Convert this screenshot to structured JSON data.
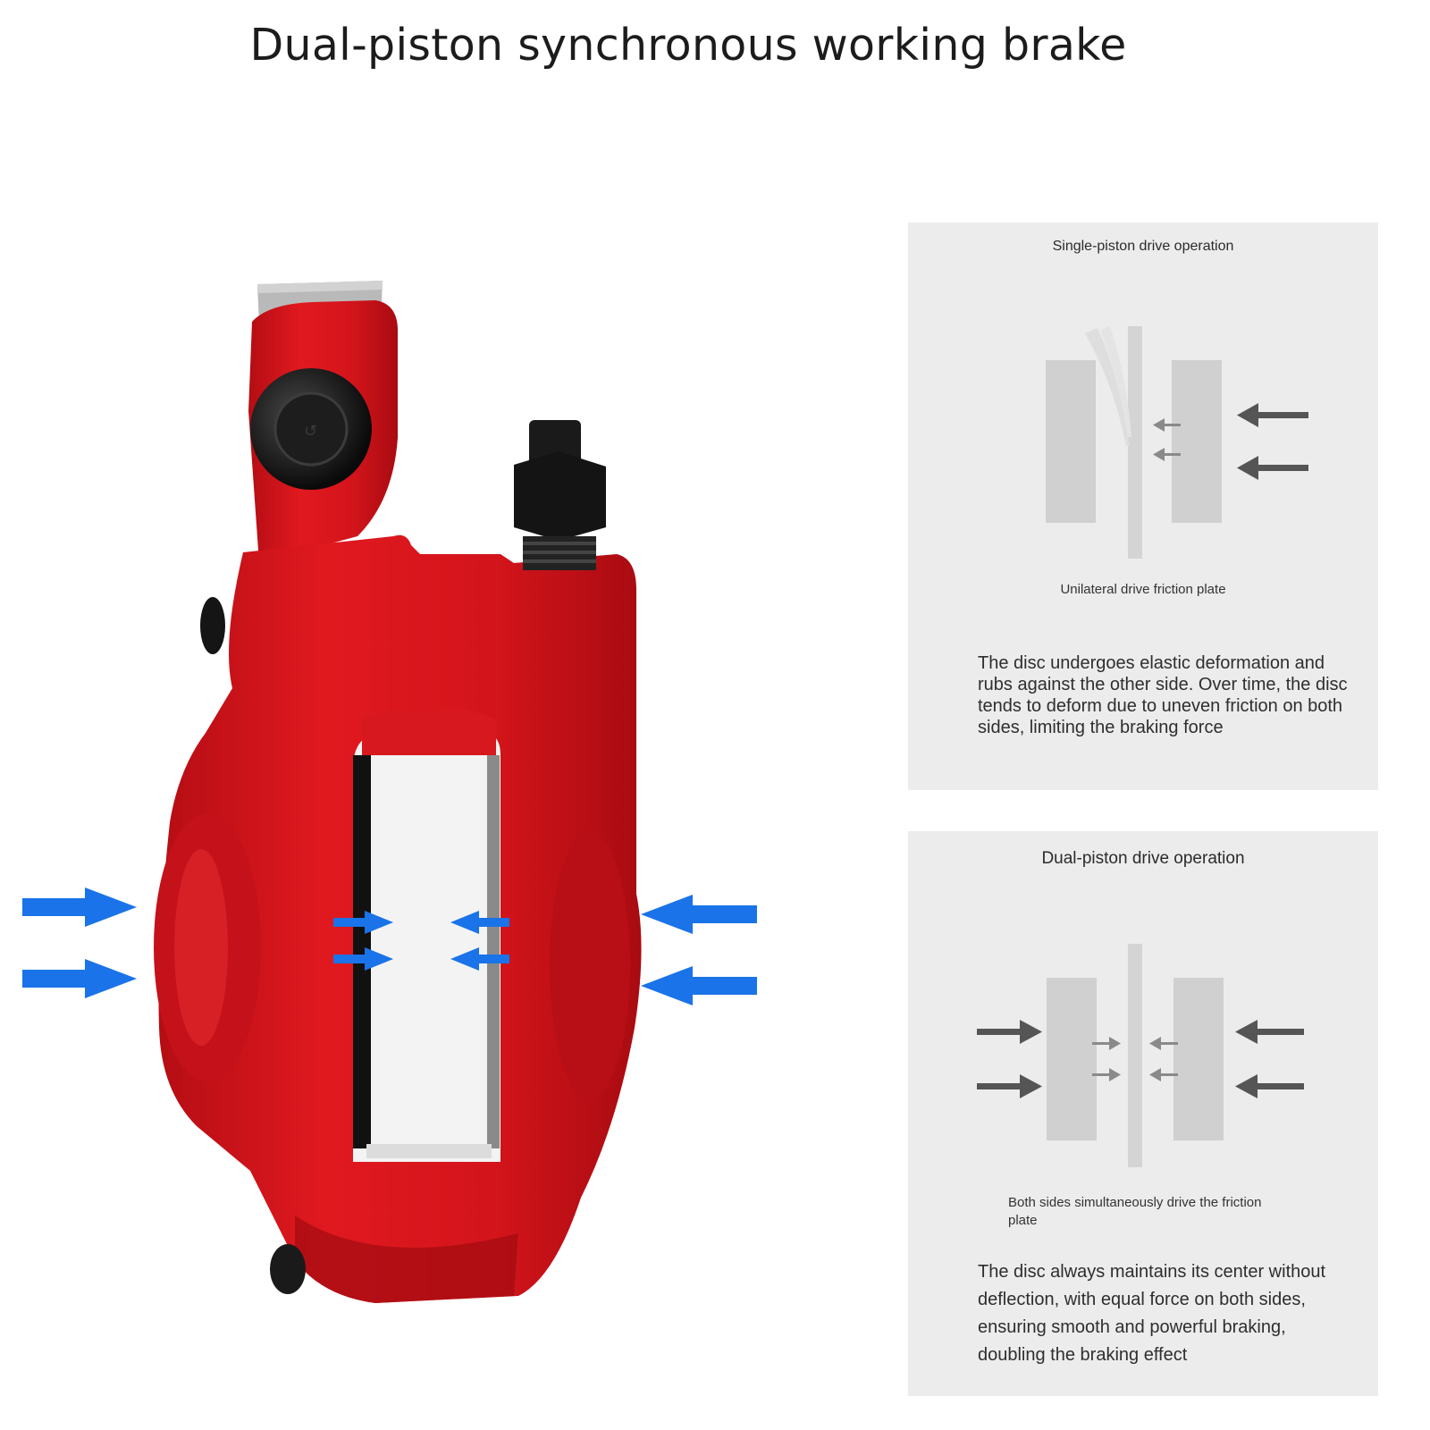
{
  "title": "Dual-piston synchronous working brake",
  "panels": {
    "single": {
      "heading": "Single-piston drive operation",
      "caption": "Unilateral drive friction plate",
      "description": "The disc undergoes elastic deformation and rubs against the other side. Over time, the disc tends to deform due to uneven friction on both sides, limiting the braking force"
    },
    "dual": {
      "heading": "Dual-piston drive operation",
      "caption": "Both sides simultaneously drive the friction plate",
      "description": "The disc always maintains its center without deflection, with equal force on both sides, ensuring smooth and powerful braking, doubling the braking effect"
    }
  },
  "colors": {
    "caliper_red": "#d8141c",
    "force_arrow_blue": "#1a73e8",
    "panel_bg": "#ececec",
    "diagram_gray": "#cfcfcf",
    "arrow_gray": "#555555"
  }
}
